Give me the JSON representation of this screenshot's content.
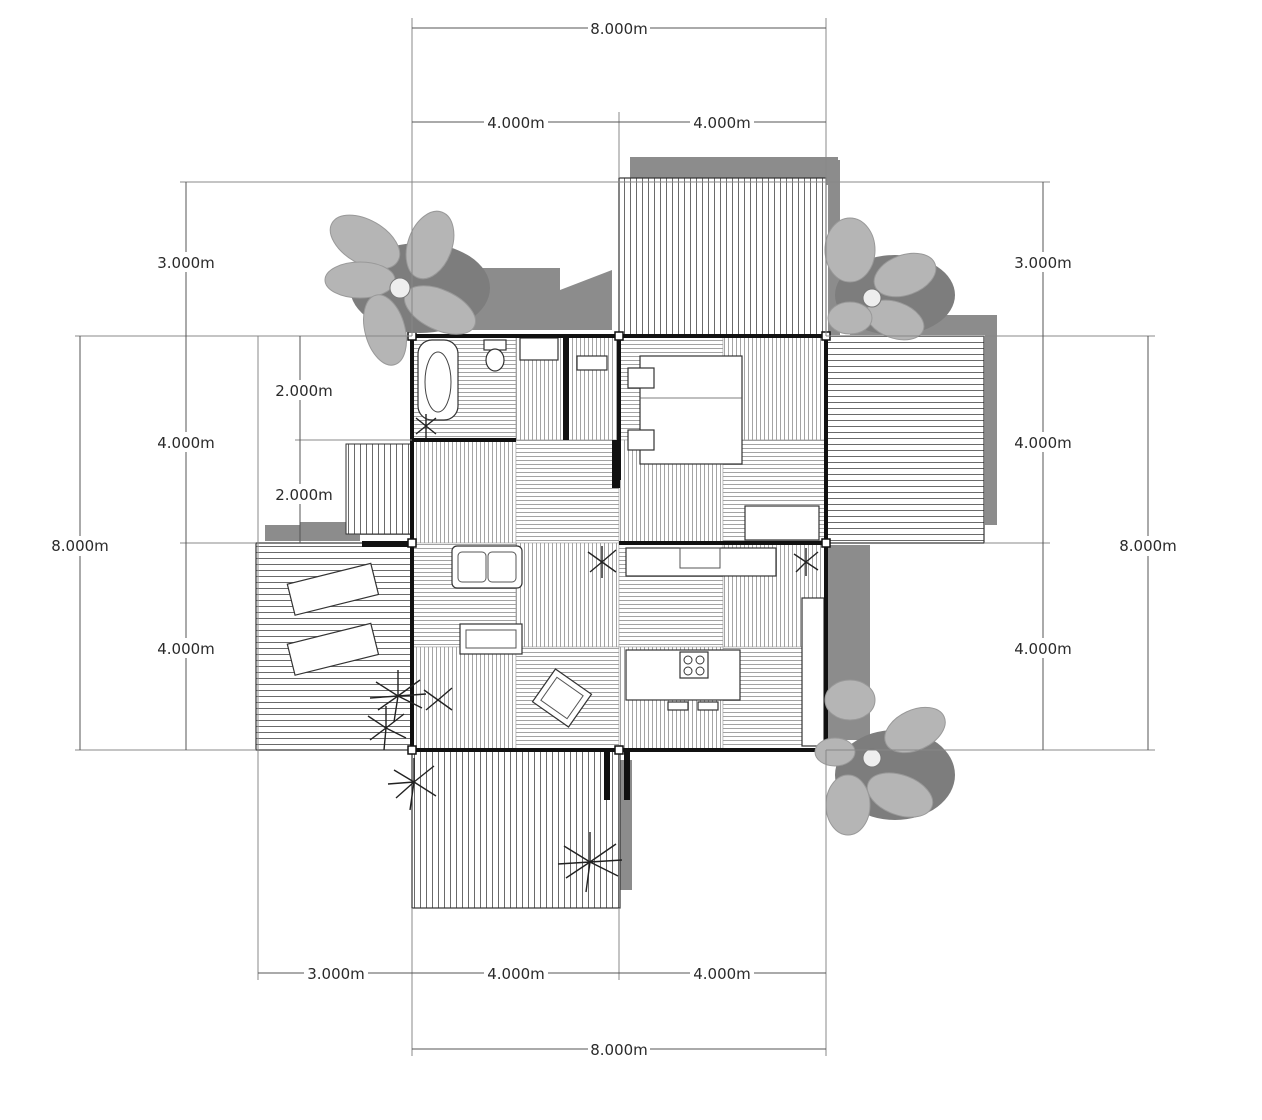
{
  "dimensions": {
    "top_overall": "8.000m",
    "top_left": "4.000m",
    "top_right": "4.000m",
    "left_top": "3.000m",
    "left_mid": "4.000m",
    "left_bottom": "4.000m",
    "left_overall": "8.000m",
    "left_inner_upper": "2.000m",
    "left_inner_lower": "2.000m",
    "right_top": "3.000m",
    "right_mid": "4.000m",
    "right_bottom": "4.000m",
    "right_overall": "8.000m",
    "bottom_left": "3.000m",
    "bottom_mid": "4.000m",
    "bottom_right": "4.000m",
    "bottom_overall": "8.000m"
  },
  "colors": {
    "shadow": "#8c8c8c",
    "wall": "#111111",
    "foliage": "#b5b5b5"
  }
}
